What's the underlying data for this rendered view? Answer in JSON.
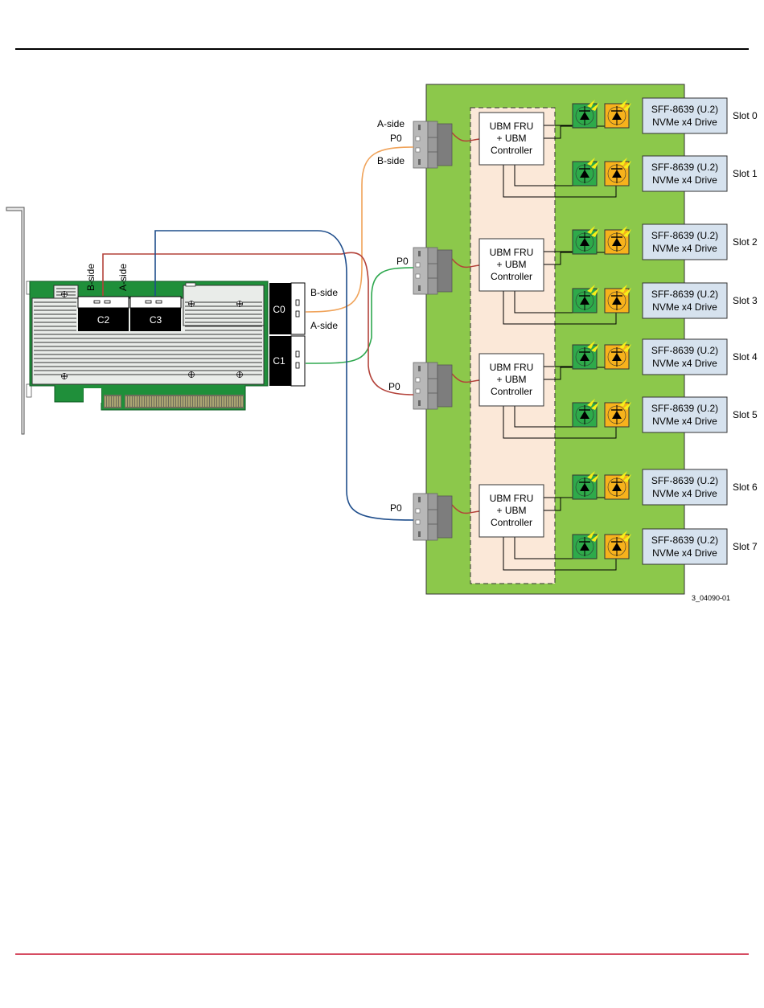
{
  "colors": {
    "header_rule": "#000000",
    "footer_rule": "#c8102e",
    "card_pcb": "#1f8f3a",
    "backplane": "#8cc84b",
    "ubm_zone": "#fbe8d8",
    "drive_box": "#d6e2ee",
    "led_green": "#2eaa4a",
    "led_amber": "#f7b21c",
    "led_ray": "#f5ee1a",
    "cable_orange": "#f0a35a",
    "cable_green": "#2fa84f",
    "cable_red": "#b3423a",
    "cable_blue": "#1f4e8c",
    "connector_gray": "#9a9a9a"
  },
  "card": {
    "top_connectors": [
      {
        "label": "C2",
        "side_label": "B-side"
      },
      {
        "label": "C3",
        "side_label": "A-side"
      }
    ],
    "edge_connectors": [
      {
        "label": "C0"
      },
      {
        "label": "C1"
      }
    ],
    "edge_labels": {
      "top": "B-side",
      "bottom": "A-side"
    }
  },
  "backplane": {
    "first_connector_labels": {
      "top": "A-side",
      "bottom": "B-side"
    },
    "connectors": [
      {
        "port_label": "P0"
      },
      {
        "port_label": "P0"
      },
      {
        "port_label": "P0"
      },
      {
        "port_label": "P0"
      }
    ],
    "ubm_controllers": [
      {
        "line1": "UBM FRU",
        "line2": "+ UBM",
        "line3": "Controller"
      },
      {
        "line1": "UBM FRU",
        "line2": "+ UBM",
        "line3": "Controller"
      },
      {
        "line1": "UBM FRU",
        "line2": "+ UBM",
        "line3": "Controller"
      },
      {
        "line1": "UBM FRU",
        "line2": "+ UBM",
        "line3": "Controller"
      }
    ],
    "drives": [
      {
        "line1": "SFF-8639 (U.2)",
        "line2": "NVMe x4 Drive",
        "slot": "Slot 0"
      },
      {
        "line1": "SFF-8639 (U.2)",
        "line2": "NVMe x4 Drive",
        "slot": "Slot 1"
      },
      {
        "line1": "SFF-8639 (U.2)",
        "line2": "NVMe x4 Drive",
        "slot": "Slot 2"
      },
      {
        "line1": "SFF-8639 (U.2)",
        "line2": "NVMe x4 Drive",
        "slot": "Slot 3"
      },
      {
        "line1": "SFF-8639 (U.2)",
        "line2": "NVMe x4 Drive",
        "slot": "Slot 4"
      },
      {
        "line1": "SFF-8639 (U.2)",
        "line2": "NVMe x4 Drive",
        "slot": "Slot 5"
      },
      {
        "line1": "SFF-8639 (U.2)",
        "line2": "NVMe x4 Drive",
        "slot": "Slot 6"
      },
      {
        "line1": "SFF-8639 (U.2)",
        "line2": "NVMe x4 Drive",
        "slot": "Slot 7"
      }
    ]
  },
  "figure_id": "3_04090-01"
}
